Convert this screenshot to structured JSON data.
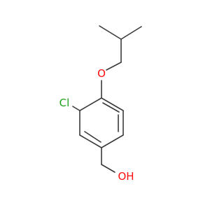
{
  "molecule": {
    "atoms": {
      "oxygen_ether": {
        "label": "O",
        "color": "#ff0d0d"
      },
      "chlorine": {
        "label": "Cl",
        "color": "#1ba01b"
      },
      "oxygen_hydroxyl": {
        "label": "OH",
        "color": "#ff0d0d"
      }
    },
    "bond_color": "#3a3a3a"
  }
}
